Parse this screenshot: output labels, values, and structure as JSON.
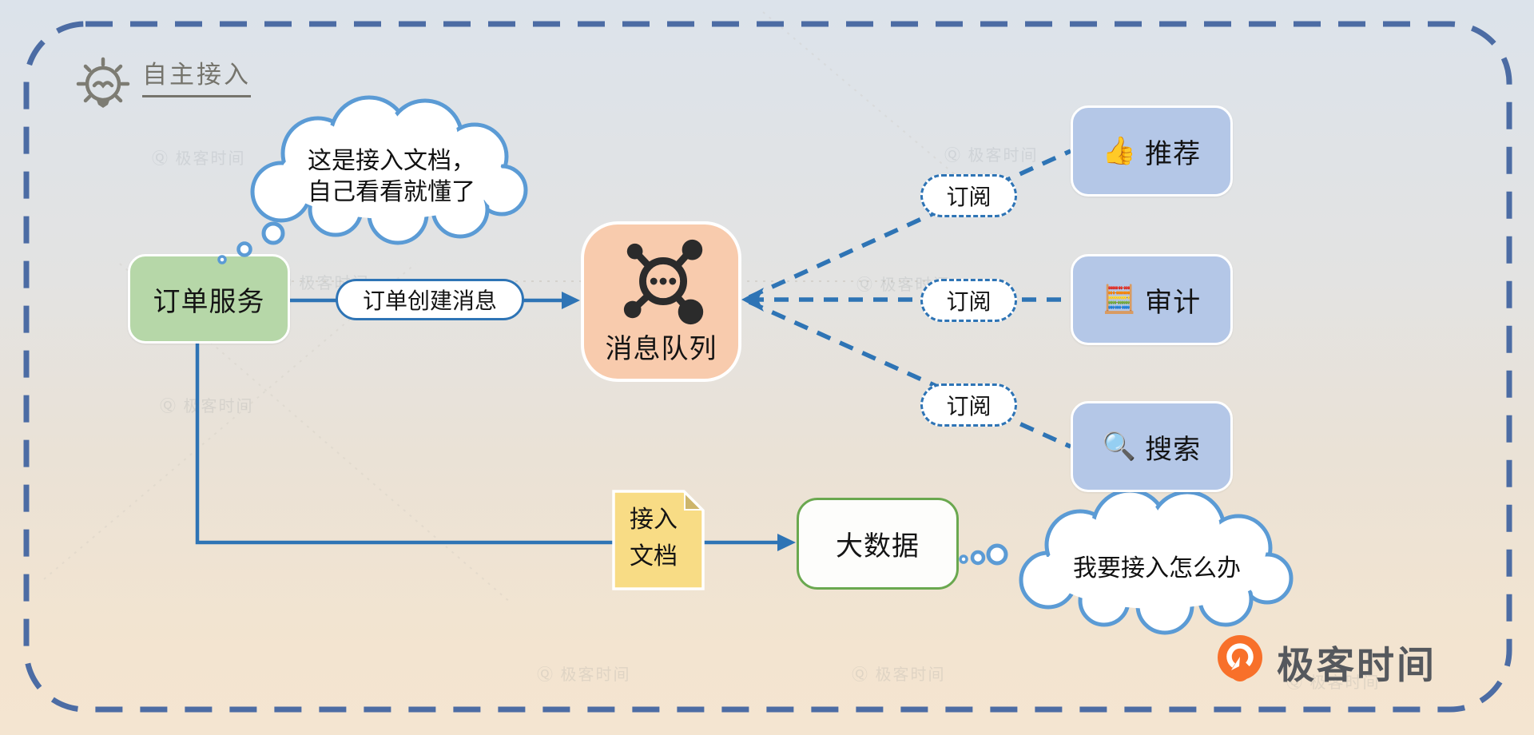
{
  "header": {
    "label": "自主接入"
  },
  "clouds": {
    "order_owner": {
      "line1": "这是接入文档，",
      "line2": "自己看看就懂了"
    },
    "bigdata_owner": {
      "text": "我要接入怎么办"
    }
  },
  "nodes": {
    "order_service": {
      "label": "订单服务"
    },
    "message_queue": {
      "label": "消息队列"
    },
    "big_data": {
      "label": "大数据"
    },
    "sticky_note": {
      "line1": "接入",
      "line2": "文档"
    }
  },
  "consumers": [
    {
      "emoji": "👍",
      "label": "推荐"
    },
    {
      "emoji": "🧮",
      "label": "审计"
    },
    {
      "emoji": "🔍",
      "label": "搜索"
    }
  ],
  "edges": {
    "order_message": {
      "label": "订单创建消息"
    },
    "subscribe": [
      {
        "label": "订阅"
      },
      {
        "label": "订阅"
      },
      {
        "label": "订阅"
      }
    ]
  },
  "logo": {
    "text": "极客时间"
  },
  "watermark": {
    "text": "Ⓠ 极客时间"
  },
  "colors": {
    "frame_dash": "#4c6ca4",
    "cloud_stroke": "#5b9bd5",
    "arrow": "#2e74b5",
    "order_fill": "#b6d7a8",
    "queue_fill": "#f8cbad",
    "consumer_fill": "#b4c7e7",
    "sticky_fill": "#f8dc85",
    "bigdata_border": "#6aa84f",
    "logo_orange": "#f8702a"
  }
}
